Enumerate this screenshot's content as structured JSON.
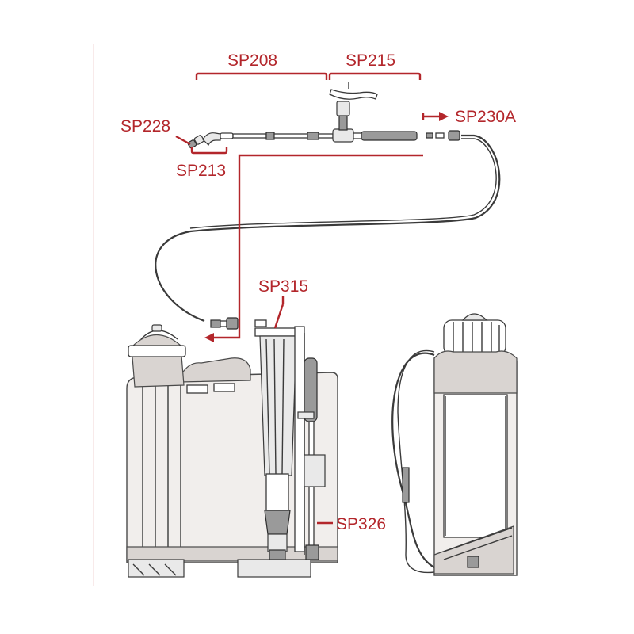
{
  "labels": {
    "sp208": "SP208",
    "sp215": "SP215",
    "sp228": "SP228",
    "sp213": "SP213",
    "sp230a": "SP230A",
    "sp315": "SP315",
    "sp326": "SP326"
  },
  "colors": {
    "callout": "#b3262b",
    "line": "#3a3a3a",
    "tank": "#f1eeec"
  }
}
